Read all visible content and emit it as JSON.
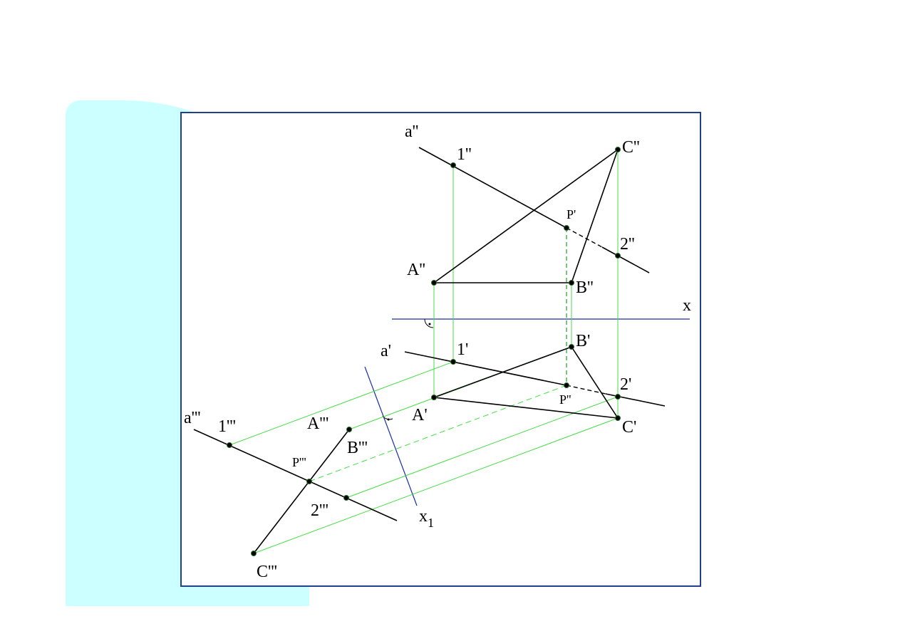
{
  "labels": {
    "a2": "a''",
    "p1_2": "1''",
    "c2": "C''",
    "p_prime": "P'",
    "p2_2": "2''",
    "a_2": "A''",
    "b2": "B''",
    "x": "x",
    "a1": "a'",
    "p1_1": "1'",
    "b1": "B'",
    "p2_1": "2'",
    "a_1": "A'",
    "p_dprime": "P''",
    "c1": "C'",
    "a3": "a'''",
    "p1_3": "1'''",
    "a_3": "A'''",
    "b3": "B'''",
    "p_tprime": "P'''",
    "p2_3": "2'''",
    "x1_main": "x",
    "x1_sub": "1",
    "c3": "C'''"
  },
  "colors": {
    "background_shape": "#ccffff",
    "frame_border": "#1f3f8f",
    "object_lines": "#000000",
    "projection_lines": "#44dd44",
    "axis_lines": "#1a2ea8"
  }
}
